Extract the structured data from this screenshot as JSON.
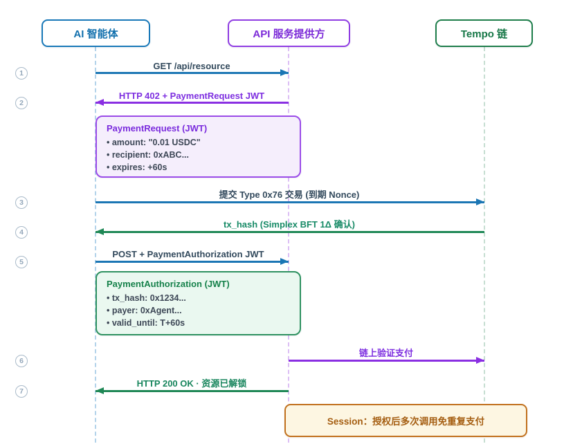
{
  "diagram": {
    "colors": {
      "blue": "#1b76b4",
      "purple": "#8a2fe2",
      "green": "#1e8755",
      "session_accent": "#c1701d"
    },
    "actors": [
      {
        "label": "AI 智能体",
        "color": "#1878b8"
      },
      {
        "label": "API 服务提供方",
        "color": "#8f3ce2"
      },
      {
        "label": "Tempo 链",
        "color": "#1d7d4a"
      }
    ],
    "steps": [
      {
        "num": "1",
        "label": "GET /api/resource",
        "from": "AI 智能体",
        "to": "API 服务提供方",
        "arrow_color": "#1b76b4"
      },
      {
        "num": "2",
        "label": "HTTP 402 + PaymentRequest JWT",
        "from": "API 服务提供方",
        "to": "AI 智能体",
        "arrow_color": "#8a2fe2"
      },
      {
        "num": "3",
        "label": "提交 Type 0x76 交易 (到期 Nonce)",
        "from": "AI 智能体",
        "to": "Tempo 链",
        "arrow_color": "#1b76b4"
      },
      {
        "num": "4",
        "label": "tx_hash (Simplex BFT 1Δ 确认)",
        "from": "Tempo 链",
        "to": "AI 智能体",
        "arrow_color": "#1e8755"
      },
      {
        "num": "5",
        "label": "POST + PaymentAuthorization JWT",
        "from": "AI 智能体",
        "to": "API 服务提供方",
        "arrow_color": "#1b76b4"
      },
      {
        "num": "6",
        "label": "链上验证支付",
        "from": "API 服务提供方",
        "to": "Tempo 链",
        "arrow_color": "#8a2fe2"
      },
      {
        "num": "7",
        "label": "HTTP 200 OK · 资源已解锁",
        "from": "API 服务提供方",
        "to": "AI 智能体",
        "arrow_color": "#1e8755"
      }
    ],
    "notes": [
      {
        "title": "PaymentRequest (JWT)",
        "items": [
          "amount: \"0.01 USDC\"",
          "recipient: 0xABC...",
          "expires: +60s"
        ],
        "accent": "#9a4be8"
      },
      {
        "title": "PaymentAuthorization (JWT)",
        "items": [
          "tx_hash: 0x1234...",
          "payer: 0xAgent...",
          "valid_until: T+60s"
        ],
        "accent": "#2e9160"
      }
    ],
    "session_note": {
      "text": "Session：授权后多次调用免重复支付"
    }
  }
}
